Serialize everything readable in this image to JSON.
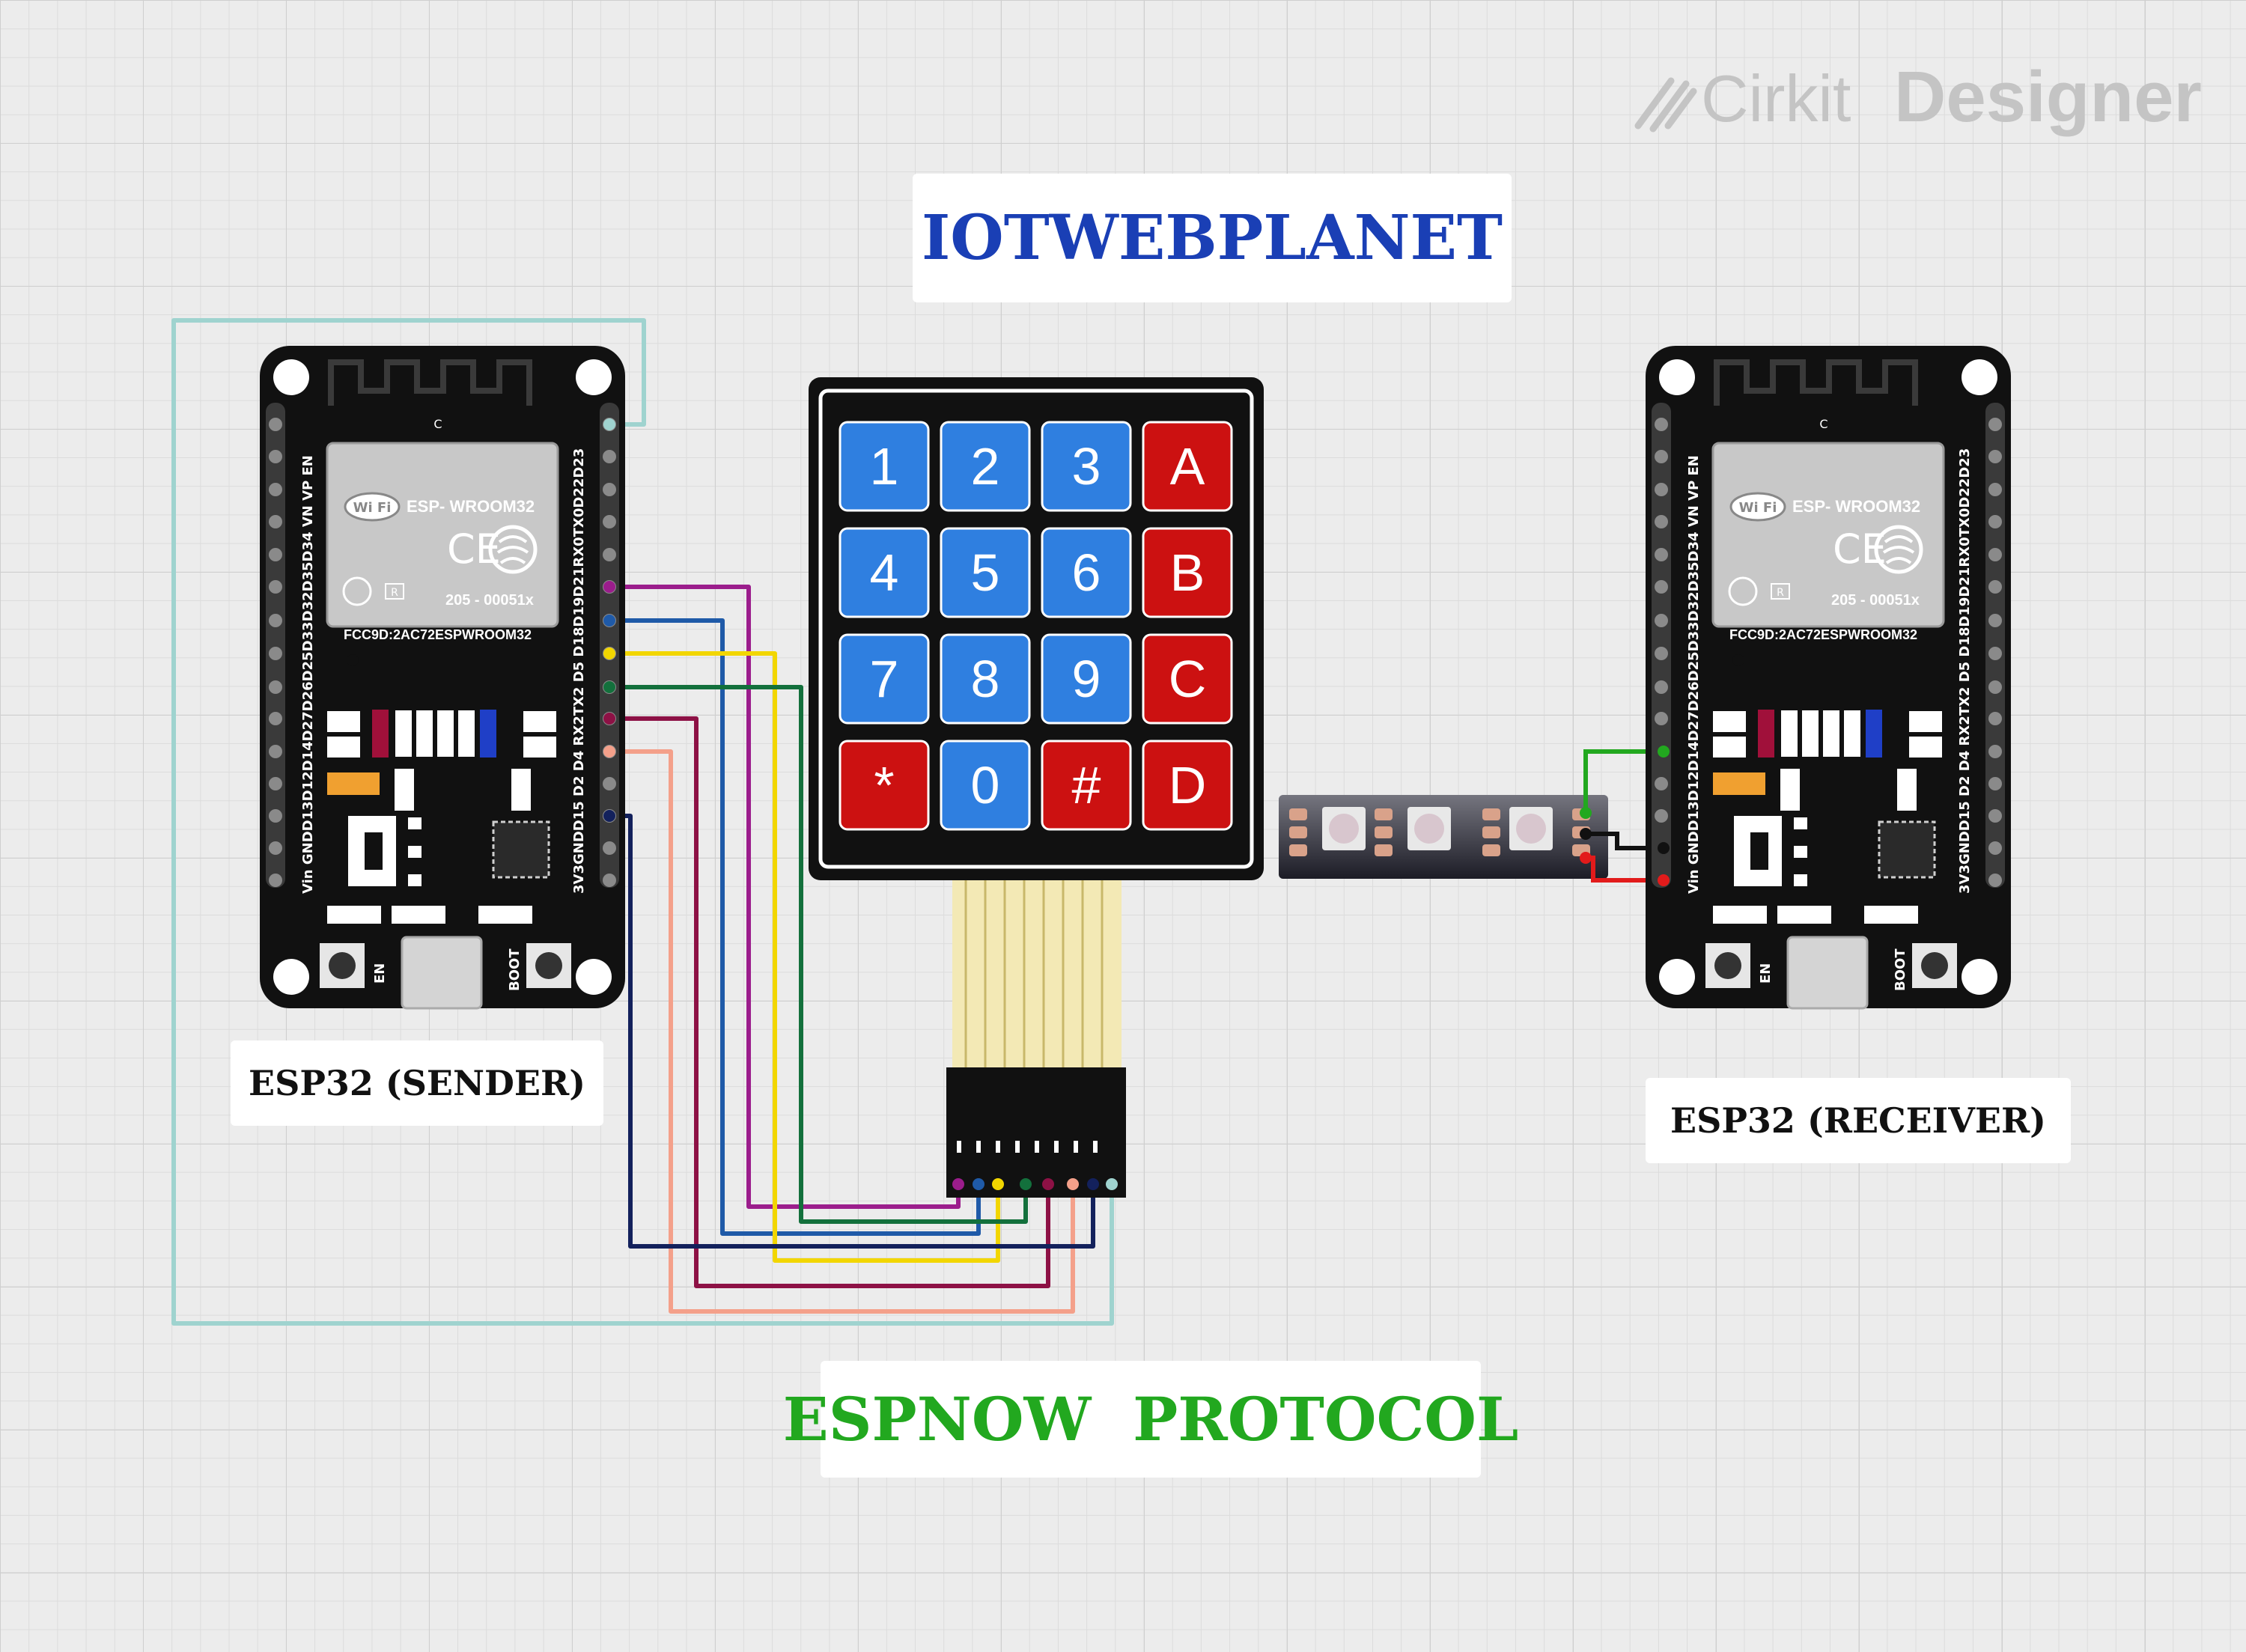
{
  "logo": {
    "brand_light": "Cirkit",
    "brand_bold": "Designer"
  },
  "title": "IOTWEBPLANET",
  "footer_label": "ESPNOW  PROTOCOL",
  "sender": {
    "label": "ESP32 (SENDER)",
    "left_pins": "Vin GNDD13D12D14D27D26D25D33D32D35D34  VN  VP  EN",
    "right_pins": "3V3GNDD15 D2  D4 RX2TX2  D5 D18D19D21RX0TX0D22D23",
    "module": "ESP- WROOM32",
    "cert": "205 - 00051x",
    "fcc": "FCC9D:2AC72ESPWROOM32",
    "en_button": "EN",
    "boot_button": "BOOT"
  },
  "receiver": {
    "label": "ESP32 (RECEIVER)",
    "left_pins": "Vin GNDD13D12D14D27D26D25D33D32D35D34  VN  VP  EN",
    "right_pins": "3V3GNDD15 D2  D4 RX2TX2  D5 D18D19D21RX0TX0D22D23",
    "module": "ESP- WROOM32",
    "cert": "205 - 00051x",
    "fcc": "FCC9D:2AC72ESPWROOM32",
    "en_button": "EN",
    "boot_button": "BOOT"
  },
  "keypad": {
    "keys": [
      "1",
      "2",
      "3",
      "A",
      "4",
      "5",
      "6",
      "B",
      "7",
      "8",
      "9",
      "C",
      "*",
      "0",
      "#",
      "D"
    ]
  },
  "colors": {
    "title": "#1a3fb5",
    "footer": "#22a81f",
    "key_blue": "#2f7fe0",
    "key_red": "#cc1111",
    "board": "#111111",
    "wire_teal": "#9fd3cf",
    "wire_purple": "#9b1d8c",
    "wire_blue": "#1f5aa8",
    "wire_yellow": "#f2d600",
    "wire_green": "#13703c",
    "wire_maroon": "#8d1145",
    "wire_salmon": "#f4a08a",
    "wire_navy": "#13215c"
  }
}
